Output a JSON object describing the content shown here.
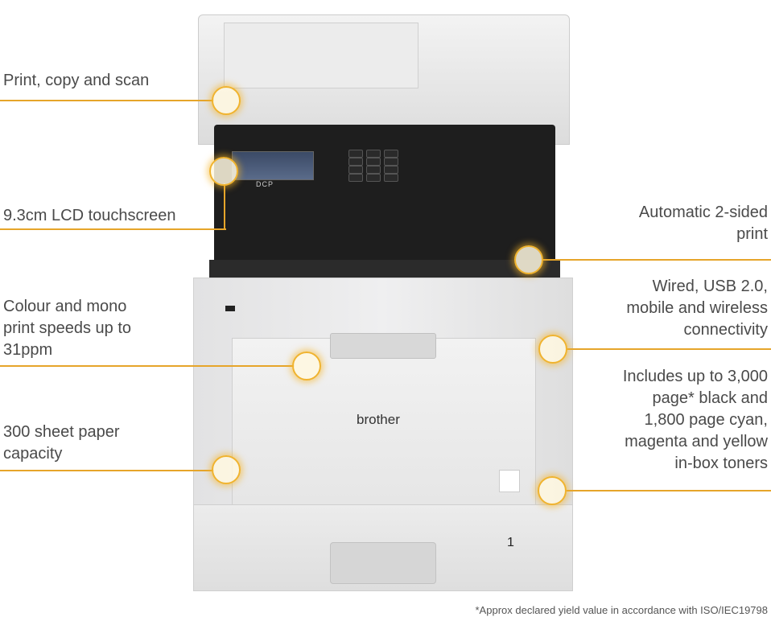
{
  "callouts_left": [
    {
      "lines": [
        "Print, copy and scan"
      ]
    },
    {
      "lines": [
        "9.3cm LCD touchscreen"
      ]
    },
    {
      "lines": [
        "Colour and mono",
        "print speeds up to",
        "31ppm"
      ]
    },
    {
      "lines": [
        "300 sheet paper",
        "capacity"
      ]
    }
  ],
  "callouts_right": [
    {
      "lines": [
        "Automatic 2-sided",
        "print"
      ]
    },
    {
      "lines": [
        "Wired, USB 2.0,",
        "mobile and wireless",
        "connectivity"
      ]
    },
    {
      "lines": [
        "Includes up to 3,000",
        "page* black and",
        "1,800 page cyan,",
        "magenta and yellow",
        "in-box toners"
      ]
    }
  ],
  "footnote": "*Approx declared yield value in accordance with ISO/IEC19798",
  "printer": {
    "brand_logo": "brother",
    "panel_label": "DCP",
    "tray_number": "1"
  },
  "colors": {
    "accent": "#e6a52a",
    "text": "#4a4a4a",
    "body": "#e9e9ea",
    "panel": "#1e1e1e"
  }
}
